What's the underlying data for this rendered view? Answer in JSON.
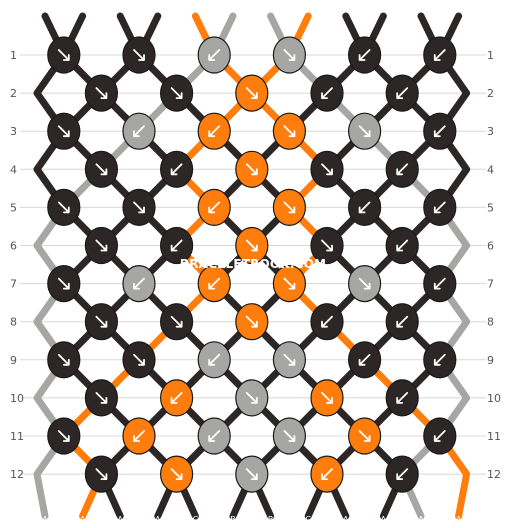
{
  "site_watermark": "BRACELETBOOK.COM",
  "colors": {
    "A": "#2d2626",
    "B": "#a6a6a4",
    "C": "#ff7d0c",
    "grid_line": "#d8d8d8"
  },
  "strands": [
    "A",
    "A",
    "A",
    "A",
    "C",
    "B",
    "B",
    "C",
    "A",
    "A",
    "A",
    "A"
  ],
  "row_numbers": [
    "1",
    "2",
    "3",
    "4",
    "5",
    "6",
    "7",
    "8",
    "9",
    "10",
    "11",
    "12"
  ],
  "knot_rows": [
    [
      {
        "c": "A",
        "d": "R"
      },
      {
        "c": "A",
        "d": "R"
      },
      {
        "c": "B",
        "d": "L"
      },
      {
        "c": "B",
        "d": "R"
      },
      {
        "c": "A",
        "d": "L"
      },
      {
        "c": "A",
        "d": "L"
      }
    ],
    [
      {
        "c": "A",
        "d": "R"
      },
      {
        "c": "A",
        "d": "R"
      },
      {
        "c": "C",
        "d": "R"
      },
      {
        "c": "A",
        "d": "L"
      },
      {
        "c": "A",
        "d": "L"
      }
    ],
    [
      {
        "c": "A",
        "d": "R"
      },
      {
        "c": "B",
        "d": "L"
      },
      {
        "c": "C",
        "d": "L"
      },
      {
        "c": "C",
        "d": "R"
      },
      {
        "c": "B",
        "d": "R"
      },
      {
        "c": "A",
        "d": "L"
      }
    ],
    [
      {
        "c": "A",
        "d": "R"
      },
      {
        "c": "A",
        "d": "L"
      },
      {
        "c": "C",
        "d": "R"
      },
      {
        "c": "A",
        "d": "R"
      },
      {
        "c": "A",
        "d": "L"
      }
    ],
    [
      {
        "c": "A",
        "d": "R"
      },
      {
        "c": "A",
        "d": "R"
      },
      {
        "c": "C",
        "d": "L"
      },
      {
        "c": "C",
        "d": "R"
      },
      {
        "c": "A",
        "d": "L"
      },
      {
        "c": "A",
        "d": "L"
      }
    ],
    [
      {
        "c": "A",
        "d": "R"
      },
      {
        "c": "A",
        "d": "L"
      },
      {
        "c": "C",
        "d": "R"
      },
      {
        "c": "A",
        "d": "R"
      },
      {
        "c": "A",
        "d": "L"
      }
    ],
    [
      {
        "c": "A",
        "d": "R"
      },
      {
        "c": "B",
        "d": "L"
      },
      {
        "c": "C",
        "d": "L"
      },
      {
        "c": "C",
        "d": "R"
      },
      {
        "c": "B",
        "d": "R"
      },
      {
        "c": "A",
        "d": "L"
      }
    ],
    [
      {
        "c": "A",
        "d": "R"
      },
      {
        "c": "A",
        "d": "R"
      },
      {
        "c": "C",
        "d": "R"
      },
      {
        "c": "A",
        "d": "L"
      },
      {
        "c": "A",
        "d": "L"
      }
    ],
    [
      {
        "c": "A",
        "d": "R"
      },
      {
        "c": "A",
        "d": "R"
      },
      {
        "c": "B",
        "d": "L"
      },
      {
        "c": "B",
        "d": "R"
      },
      {
        "c": "A",
        "d": "L"
      },
      {
        "c": "A",
        "d": "L"
      }
    ],
    [
      {
        "c": "A",
        "d": "R"
      },
      {
        "c": "C",
        "d": "L"
      },
      {
        "c": "B",
        "d": "R"
      },
      {
        "c": "C",
        "d": "R"
      },
      {
        "c": "A",
        "d": "L"
      }
    ],
    [
      {
        "c": "A",
        "d": "R"
      },
      {
        "c": "C",
        "d": "L"
      },
      {
        "c": "B",
        "d": "L"
      },
      {
        "c": "B",
        "d": "R"
      },
      {
        "c": "C",
        "d": "R"
      },
      {
        "c": "A",
        "d": "L"
      }
    ],
    [
      {
        "c": "A",
        "d": "R"
      },
      {
        "c": "C",
        "d": "R"
      },
      {
        "c": "B",
        "d": "R"
      },
      {
        "c": "C",
        "d": "L"
      },
      {
        "c": "A",
        "d": "L"
      }
    ]
  ]
}
